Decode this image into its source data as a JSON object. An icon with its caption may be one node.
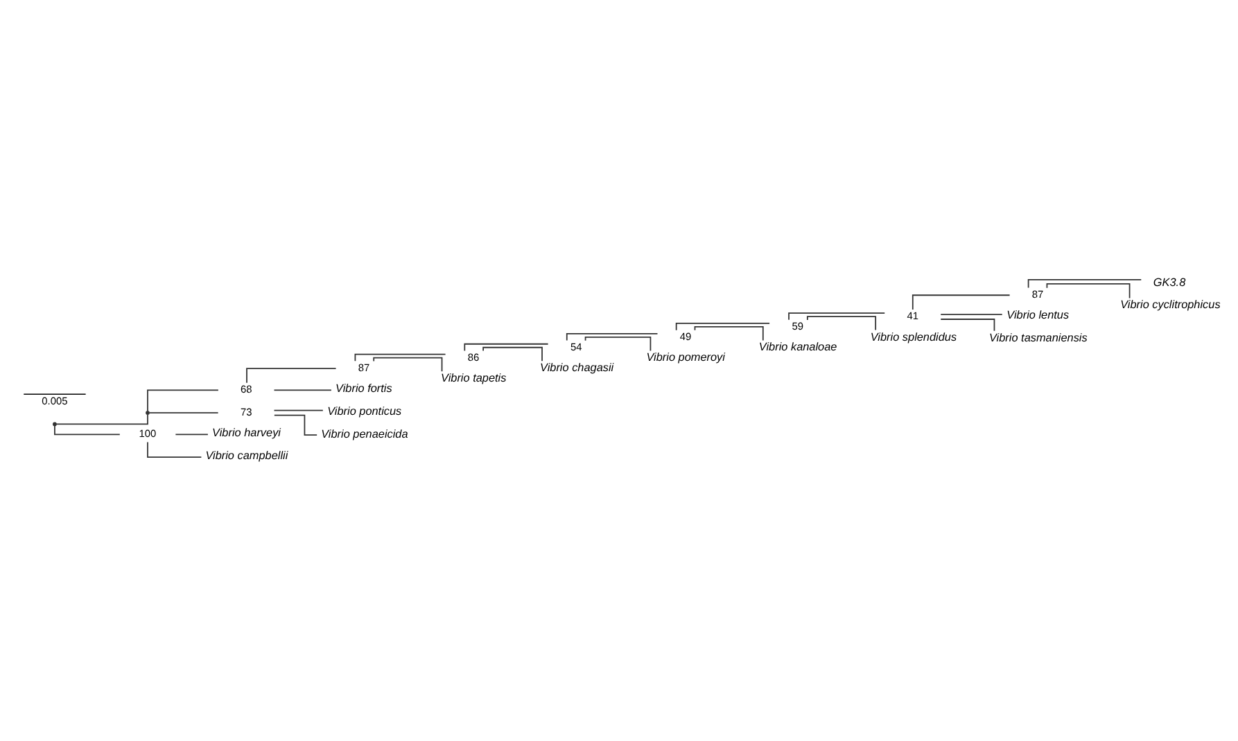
{
  "diagram": {
    "nodes": [
      {
        "text": [],
        "shape": "point"
      },
      {
        "text": [],
        "shape": "point"
      },
      {
        "text": [
          "68"
        ]
      },
      {
        "text": [
          "87"
        ]
      },
      {
        "text": [
          "86"
        ]
      },
      {
        "text": [
          "54"
        ]
      },
      {
        "text": [
          "49"
        ]
      },
      {
        "text": [
          "59"
        ]
      },
      {
        "text": [
          "41"
        ]
      },
      {
        "text": [
          "87"
        ]
      },
      {
        "text": [
          "GK3.8"
        ]
      },
      {
        "text": [
          "Vibrio cyclitrophicus"
        ]
      },
      {
        "text": [
          "Vibrio lentus"
        ]
      },
      {
        "text": [
          "Vibrio tasmaniensis"
        ]
      },
      {
        "text": [
          "Vibrio splendidus"
        ]
      },
      {
        "text": [
          "Vibrio kanaloae"
        ]
      },
      {
        "text": [
          "Vibrio pomeroyi"
        ]
      },
      {
        "text": [
          "Vibrio chagasii"
        ]
      },
      {
        "text": [
          "Vibrio tapetis"
        ]
      },
      {
        "text": [
          "Vibrio fortis"
        ]
      },
      {
        "text": [
          "73"
        ]
      },
      {
        "text": [
          "Vibrio ponticus"
        ]
      },
      {
        "text": [
          "Vibrio penaeicida"
        ]
      },
      {
        "text": [
          "100"
        ]
      },
      {
        "text": [
          "Vibrio harveyi"
        ]
      },
      {
        "text": [
          "Vibrio campbellii"
        ]
      }
    ],
    "edges": [
      {
        "from": 0,
        "to": 1,
        "arrow": "none"
      },
      {
        "from": 0,
        "to": 23,
        "arrow": "none"
      },
      {
        "from": 1,
        "to": 2,
        "arrow": "none"
      },
      {
        "from": 1,
        "to": 20,
        "arrow": "none"
      },
      {
        "from": 2,
        "to": 3,
        "arrow": "none"
      },
      {
        "from": 2,
        "to": 19,
        "arrow": "none"
      },
      {
        "from": 3,
        "to": 4,
        "arrow": "none"
      },
      {
        "from": 3,
        "to": 18,
        "arrow": "none"
      },
      {
        "from": 4,
        "to": 5,
        "arrow": "none"
      },
      {
        "from": 4,
        "to": 17,
        "arrow": "none"
      },
      {
        "from": 5,
        "to": 6,
        "arrow": "none"
      },
      {
        "from": 5,
        "to": 16,
        "arrow": "none"
      },
      {
        "from": 6,
        "to": 7,
        "arrow": "none"
      },
      {
        "from": 6,
        "to": 15,
        "arrow": "none"
      },
      {
        "from": 7,
        "to": 8,
        "arrow": "none"
      },
      {
        "from": 7,
        "to": 14,
        "arrow": "none"
      },
      {
        "from": 8,
        "to": 9,
        "arrow": "none"
      },
      {
        "from": 8,
        "to": 12,
        "arrow": "none"
      },
      {
        "from": 8,
        "to": 13,
        "arrow": "none"
      },
      {
        "from": 9,
        "to": 10,
        "arrow": "none"
      },
      {
        "from": 9,
        "to": 11,
        "arrow": "none"
      },
      {
        "from": 20,
        "to": 21,
        "arrow": "none"
      },
      {
        "from": 20,
        "to": 22,
        "arrow": "none"
      },
      {
        "from": 23,
        "to": 24,
        "arrow": "none"
      },
      {
        "from": 23,
        "to": 25,
        "arrow": "none"
      }
    ],
    "labels": [
      "0.005"
    ]
  }
}
